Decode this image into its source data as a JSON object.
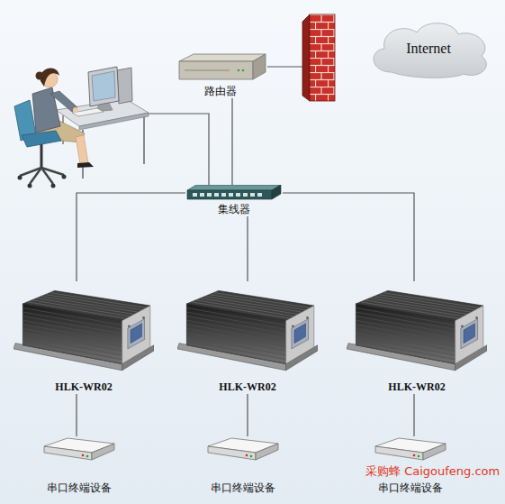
{
  "diagram": {
    "nodes": [
      {
        "text": [
          "路由器"
        ]
      },
      {
        "text": [
          "Internet"
        ]
      },
      {
        "text": [
          "集线器"
        ]
      },
      {
        "text": [
          "HLK-WR02"
        ]
      },
      {
        "text": [
          "HLK-WR02"
        ]
      },
      {
        "text": [
          "HLK-WR02"
        ]
      },
      {
        "text": [
          "串口终端设备"
        ]
      },
      {
        "text": [
          "串口终端设备"
        ]
      },
      {
        "text": [
          "串口终端设备"
        ]
      }
    ],
    "edges": [
      {
        "from": 0,
        "to": 2,
        "arrow": "none"
      },
      {
        "from": 2,
        "to": 3,
        "arrow": "none"
      },
      {
        "from": 2,
        "to": 4,
        "arrow": "none"
      },
      {
        "from": 2,
        "to": 5,
        "arrow": "none"
      },
      {
        "from": 3,
        "to": 6,
        "arrow": "none"
      },
      {
        "from": 4,
        "to": 7,
        "arrow": "none"
      },
      {
        "from": 5,
        "to": 8,
        "arrow": "none"
      }
    ],
    "labels": [
      "采购蜂 Caigoufeng.com"
    ]
  }
}
